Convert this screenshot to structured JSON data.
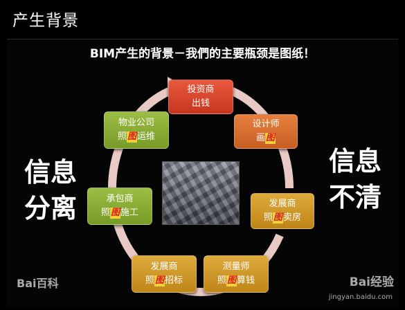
{
  "header": {
    "title": "产生背景"
  },
  "slide": {
    "title": "BIM产生的背景－我們的主要瓶颈是图纸！",
    "left_text": [
      "信息",
      "分离"
    ],
    "right_text": [
      "信息",
      "不清"
    ],
    "cycle": [
      {
        "line1": "投资商",
        "line2_pre": "出钱",
        "line2_hl": "",
        "line2_post": "",
        "color": "red"
      },
      {
        "line1": "设计师",
        "line2_pre": "画",
        "line2_hl": "图",
        "line2_post": "",
        "color": "orange"
      },
      {
        "line1": "发展商",
        "line2_pre": "照",
        "line2_hl": "图",
        "line2_post": "卖房",
        "color": "gold"
      },
      {
        "line1": "测量师",
        "line2_pre": "照",
        "line2_hl": "图",
        "line2_post": "算钱",
        "color": "gold"
      },
      {
        "line1": "发展商",
        "line2_pre": "照",
        "line2_hl": "图",
        "line2_post": "招标",
        "color": "gold"
      },
      {
        "line1": "承包商",
        "line2_pre": "照",
        "line2_hl": "图",
        "line2_post": "施工",
        "color": "green"
      },
      {
        "line1": "物业公司",
        "line2_pre": "照",
        "line2_hl": "图",
        "line2_post": "运维",
        "color": "green"
      }
    ]
  },
  "watermarks": {
    "left": "Bai百科",
    "right": "Bai经验",
    "url": "jingyan.baidu.com"
  },
  "colors": {
    "background": "#000000",
    "ring": "#e9c9c4",
    "highlight": "#f2d23a",
    "highlight_text": "#d61c1c"
  }
}
